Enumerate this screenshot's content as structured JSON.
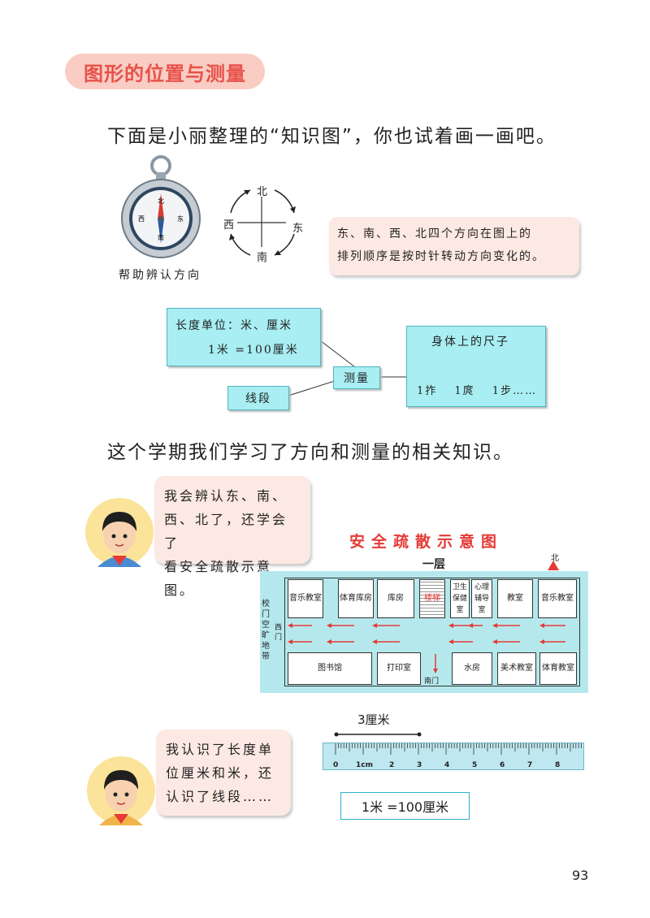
{
  "section_title": "图形的位置与测量",
  "intro_text": "下面是小丽整理的“知识图”，你也试着画一画吧。",
  "compass": {
    "face_north": "北",
    "face_south": "南",
    "face_west": "西",
    "face_east": "东",
    "caption": "帮助辨认方向"
  },
  "directions": {
    "north": "北",
    "east": "东",
    "south": "南",
    "west": "西"
  },
  "direction_note": {
    "line1": "东、南、西、北四个方向在图上的",
    "line2": "排列顺序是按时针转动方向变化的。"
  },
  "knowledge_map": {
    "length_unit_line1": "长度单位：米、厘米",
    "length_unit_line2": "1米 =100厘米",
    "segment": "线段",
    "measure": "测量",
    "body_ruler_title": "身体上的尺子",
    "body_ruler_items": "1拃　 1庹 　1步……"
  },
  "summary_text": "这个学期我们学习了方向和测量的相关知识。",
  "speech1": {
    "line1": "我会辨认东、南、",
    "line2": "西、北了，还学会了",
    "line3": "看安全疏散示意图。"
  },
  "evac_map": {
    "title": "安全疏散示意图",
    "floor": "一层",
    "north": "北",
    "side_label": "校门空旷地带",
    "west_gate": "西门",
    "south_gate": "南门",
    "rooms_top": [
      "音乐教室",
      "体育库房",
      "库房",
      "楼梯",
      "卫生保健室",
      "心理辅导室",
      "教室",
      "音乐教室"
    ],
    "rooms_bottom": [
      "图书馆",
      "打印室",
      "水房",
      "美术教室",
      "体育教室"
    ],
    "colors": {
      "arrow": "#e53a36",
      "background": "#b5e8ec"
    }
  },
  "measurement": {
    "segment_label": "3厘米",
    "ruler_numbers": [
      "0",
      "1cm",
      "2",
      "3",
      "4",
      "5",
      "6",
      "7",
      "8"
    ],
    "meter_equation": "1米 =100厘米"
  },
  "speech2": {
    "line1": "我认识了长度单",
    "line2": "位厘米和米，还",
    "line3": "认识了线段……"
  },
  "page_number": "93"
}
